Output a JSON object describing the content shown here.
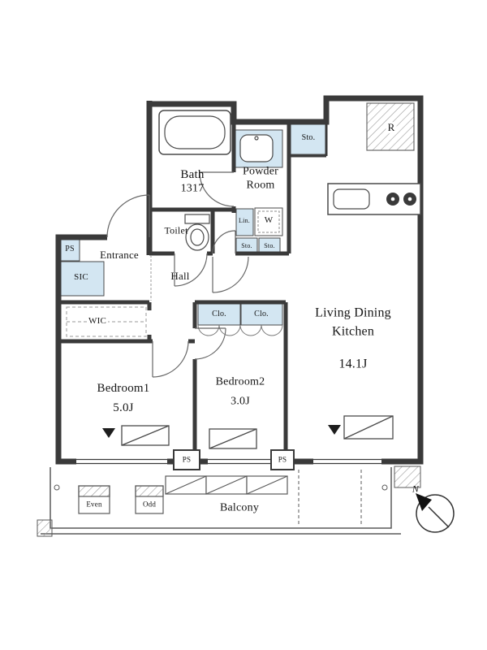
{
  "plan": {
    "bath": {
      "name": "Bath",
      "size": "1317"
    },
    "powder_room": {
      "line1": "Powder",
      "line2": "Room"
    },
    "toilet": {
      "name": "Toilet"
    },
    "entrance": {
      "name": "Entrance"
    },
    "hall": {
      "name": "Hall"
    },
    "wic": {
      "name": "WIC"
    },
    "sic": {
      "name": "SIC"
    },
    "ldk": {
      "line1": "Living Dining",
      "line2": "Kitchen",
      "size": "14.1J"
    },
    "bedroom1": {
      "name": "Bedroom1",
      "size": "5.0J"
    },
    "bedroom2": {
      "name": "Bedroom2",
      "size": "3.0J"
    },
    "balcony": {
      "name": "Balcony"
    },
    "labels": {
      "ps": "PS",
      "sto": "Sto.",
      "clo": "Clo.",
      "lin": "Lin.",
      "washer": "W",
      "fridge": "R",
      "even": "Even",
      "odd": "Odd",
      "north": "N"
    },
    "colors": {
      "wall": "#3a3a3a",
      "shade": "#d3e6f2",
      "line": "#555555"
    }
  }
}
